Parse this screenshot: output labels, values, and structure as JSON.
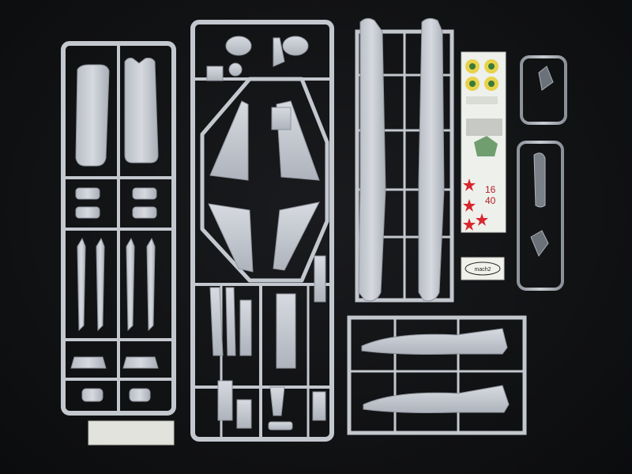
{
  "photo": {
    "colors": {
      "background": "#111214",
      "plastic": "#c9ccd3",
      "plastic_shadow": "#9aa0aa",
      "clear_sprue": "#b7bcc4",
      "decal_yellow": "#e8d24a",
      "decal_red": "#d8262c",
      "decal_green": "#3a7a3a",
      "decal_paper": "#eef0ec"
    },
    "decal_sheet": {
      "markings": [
        "16",
        "40"
      ]
    },
    "label_card": {
      "text": "mach2"
    }
  }
}
